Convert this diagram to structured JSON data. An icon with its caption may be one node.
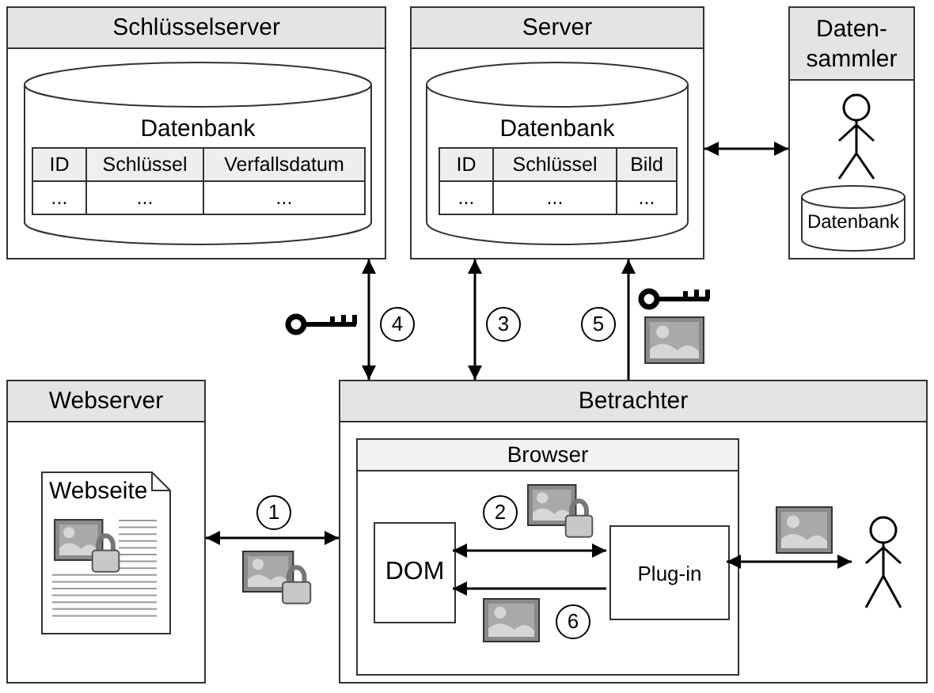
{
  "diagram": {
    "nodes": [
      {
        "text": [
          "Schlüsselserver"
        ]
      },
      {
        "text": [
          "Datenbank",
          "ID",
          "Schlüssel",
          "Verfallsdatum",
          "...",
          "...",
          "..."
        ],
        "in": 0
      },
      {
        "text": [
          "Server"
        ]
      },
      {
        "text": [
          "Datenbank",
          "ID",
          "Schlüssel",
          "Bild",
          "...",
          "...",
          "..."
        ],
        "in": 2
      },
      {
        "text": [
          "Daten- sammler"
        ]
      },
      {
        "text": [],
        "shape": "person",
        "in": 4
      },
      {
        "text": [
          "Datenbank"
        ],
        "in": 4
      },
      {
        "text": [
          "Webserver"
        ]
      },
      {
        "text": [
          "Webseite"
        ],
        "in": 7
      },
      {
        "text": [
          "Betrachter"
        ]
      },
      {
        "text": [
          "Browser"
        ],
        "in": 9
      },
      {
        "text": [
          "DOM"
        ],
        "in": 10
      },
      {
        "text": [
          "Plug-in"
        ],
        "in": 10
      },
      {
        "text": [],
        "shape": "person",
        "in": 9
      }
    ],
    "edges": [
      {
        "from": 0,
        "to": 9,
        "arrow": "both",
        "label": "4"
      },
      {
        "from": 2,
        "to": 9,
        "arrow": "both",
        "label": "3"
      },
      {
        "from": 9,
        "to": 2,
        "arrow": "to",
        "label": "5"
      },
      {
        "from": 2,
        "to": 4,
        "arrow": "both"
      },
      {
        "from": 7,
        "to": 9,
        "arrow": "both",
        "label": "1"
      },
      {
        "from": 11,
        "to": 12,
        "arrow": "both",
        "label": "2"
      },
      {
        "from": 12,
        "to": 11,
        "arrow": "to",
        "label": "6"
      },
      {
        "from": 12,
        "to": 13,
        "arrow": "both"
      }
    ]
  }
}
